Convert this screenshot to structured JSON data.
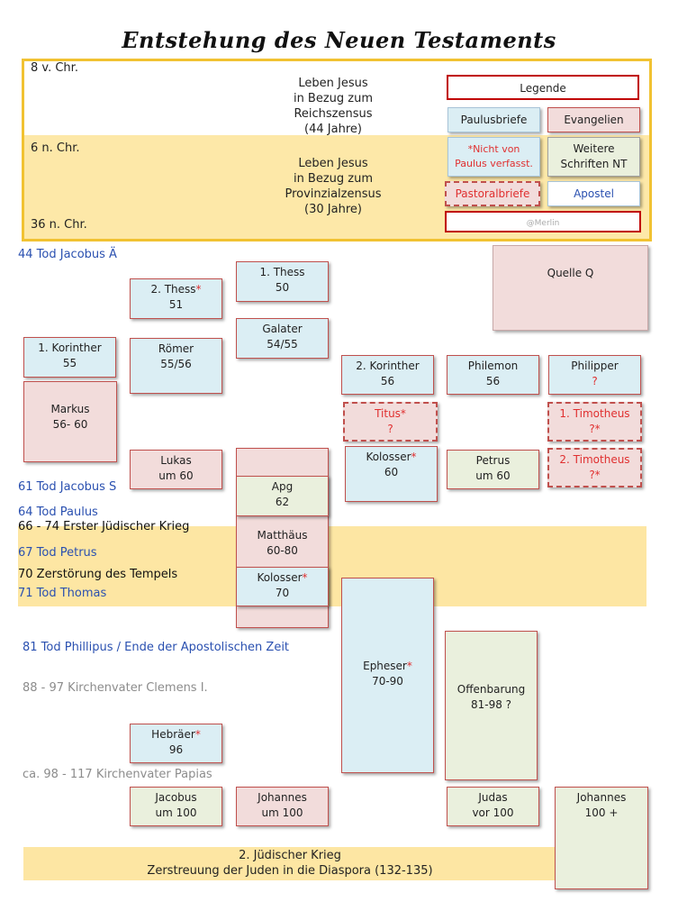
{
  "title": "Entstehung des Neuen Testaments",
  "header": {
    "year_start": "8 v. Chr.",
    "year_mid": "6 n. Chr.",
    "year_end": "36 n. Chr.",
    "reich": [
      "Leben Jesus",
      "in Bezug zum",
      "Reichszensus",
      "(44 Jahre)"
    ],
    "provinz": [
      "Leben Jesus",
      "in Bezug zum",
      "Provinzialzensus",
      "(30 Jahre)"
    ]
  },
  "legend": {
    "title": "Legende",
    "paulus": "Paulusbriefe",
    "evangelien": "Evangelien",
    "nicht_paulus": [
      "*Nicht von",
      "Paulus verfasst."
    ],
    "weitere": [
      "Weitere",
      "Schriften  NT"
    ],
    "pastoral": "Pastoralbriefe",
    "apostel": "Apostel",
    "credit": "@Merlin"
  },
  "events": {
    "e44": "44 Tod Jacobus Ä",
    "e61": "61  Tod Jacobus S",
    "e64": "64 Tod Paulus",
    "e66": "66 -  74 Erster Jüdischer Krieg",
    "e67": "67 Tod Petrus",
    "e70": "70 Zerstörung des Tempels",
    "e71": "71 Tod Thomas",
    "e81": "81 Tod Phillipus / Ende der Apostolischen Zeit",
    "e88": "88 - 97 Kirchenvater Clemens I.",
    "e98": "ca. 98  - 117 Kirchenvater Papias"
  },
  "books": {
    "thess1": [
      "1. Thess",
      "50"
    ],
    "thess2": [
      "2. Thess",
      "*",
      "51"
    ],
    "galater": [
      "Galater",
      "54/55"
    ],
    "kor1": [
      "1. Korinther",
      "55"
    ],
    "roemer": [
      "Römer",
      "55/56"
    ],
    "kor2": [
      "2. Korinther",
      "56"
    ],
    "philemon": [
      "Philemon",
      "56"
    ],
    "philipper": [
      "Philipper",
      "?"
    ],
    "quelle": "Quelle  Q",
    "markus": [
      "Markus",
      "56- 60"
    ],
    "titus": [
      "Titus",
      "*",
      "?"
    ],
    "tim1": [
      "1. Timotheus",
      "?*"
    ],
    "lukas": [
      "Lukas",
      "um 60"
    ],
    "kolosser_a": [
      "Kolosser",
      "*",
      "60"
    ],
    "petrus": [
      "Petrus",
      "um 60"
    ],
    "tim2": [
      "2. Timotheus",
      "?*"
    ],
    "apg": [
      "Apg",
      "62"
    ],
    "matthaeus": [
      "Matthäus",
      "60-80"
    ],
    "kolosser_b": [
      "Kolosser",
      "*",
      "70"
    ],
    "epheser": [
      "Epheser",
      "*",
      "70-90"
    ],
    "offenbarung": [
      "Offenbarung",
      "81-98 ?"
    ],
    "hebraeer": [
      "Hebräer",
      "*",
      "96"
    ],
    "jacobus": [
      "Jacobus",
      "um 100"
    ],
    "johannes_brief": [
      "Johannes",
      "um 100"
    ],
    "judas": [
      "Judas",
      "vor 100"
    ],
    "johannes_apostel": [
      "Johannes",
      "100 +"
    ]
  },
  "bottom": {
    "line1": "2. Jüdischer Krieg",
    "line2": "Zerstreuung der Juden in die Diaspora  (132-135)"
  }
}
